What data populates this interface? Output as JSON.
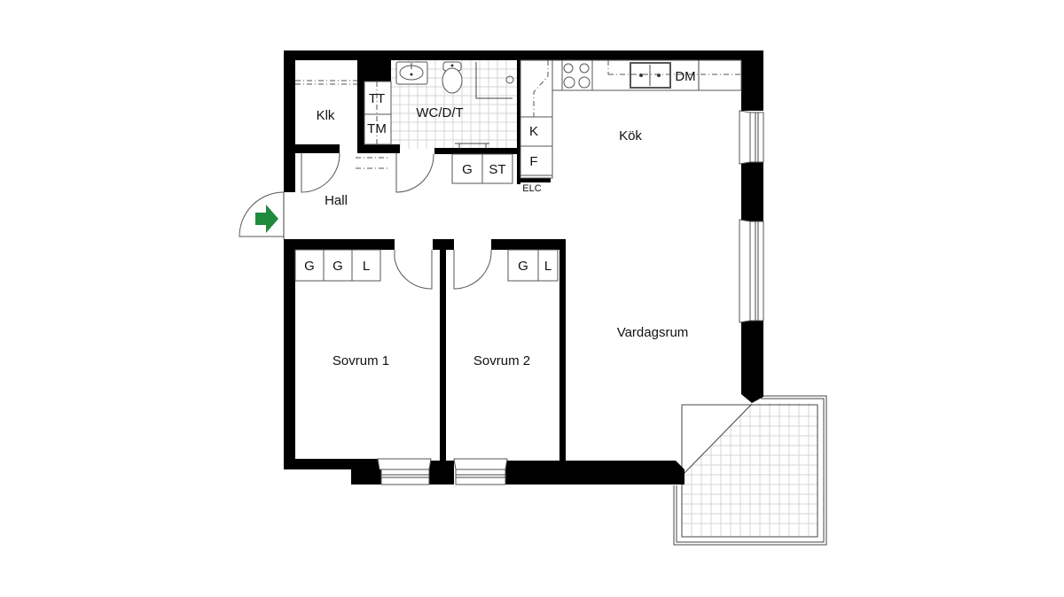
{
  "floorplan": {
    "rooms": {
      "klk": "Klk",
      "wc": "WC/D/T",
      "kok": "Kök",
      "hall": "Hall",
      "vardagsrum": "Vardagsrum",
      "sovrum1": "Sovrum 1",
      "sovrum2": "Sovrum 2"
    },
    "fixtures": {
      "tt": "TT",
      "tm": "TM",
      "k": "K",
      "f": "F",
      "g_hall": "G",
      "st": "ST",
      "elc": "ELC",
      "dm": "DM",
      "sov1_closets": [
        "G",
        "G",
        "L"
      ],
      "sov2_closets": [
        "G",
        "L"
      ]
    },
    "entrance": {
      "icon": "entrance-arrow-icon",
      "color": "#1e8a3c"
    },
    "colors": {
      "wall": "#000000",
      "background": "#ffffff",
      "tile_grid": "#d4d4d4"
    }
  }
}
